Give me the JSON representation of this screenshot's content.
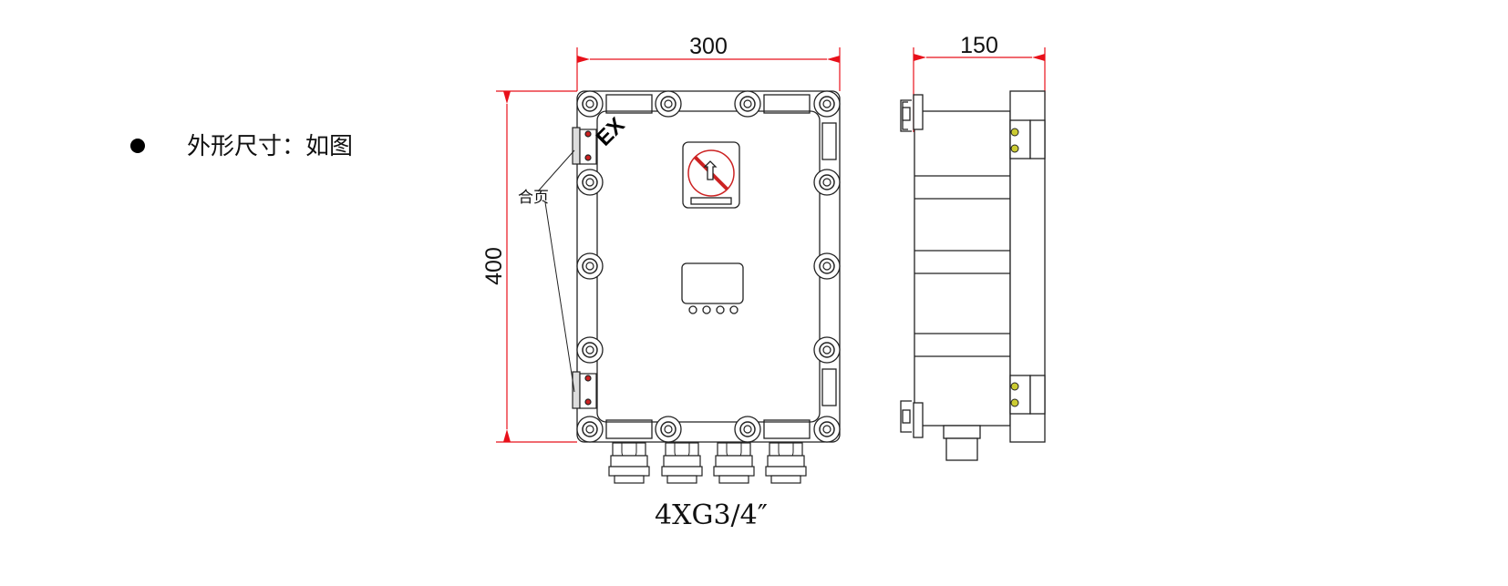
{
  "spec_line": {
    "text": "外形尺寸：如图"
  },
  "drawing": {
    "dim_width": "300",
    "dim_height": "400",
    "dim_depth": "150",
    "ex_mark": "EX",
    "hinge_label": "合页",
    "gland_label": "4XG3/4″"
  },
  "colors": {
    "dimension": "#e8101a",
    "line": "#222222"
  }
}
